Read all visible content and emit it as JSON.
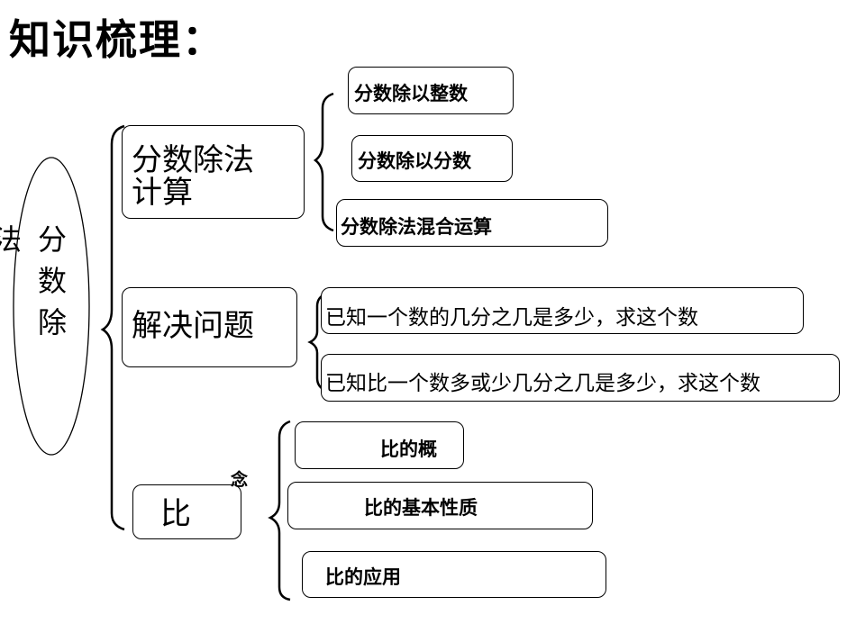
{
  "title": "知识梳理：",
  "root": {
    "label_chars": [
      "分",
      "数",
      "除"
    ],
    "fragment": "法"
  },
  "branches": {
    "calc": {
      "label_line1": "分数除法",
      "label_line2": "计算",
      "items": [
        "分数除以整数",
        "分数除以分数",
        "分数除法混合运算"
      ]
    },
    "problem": {
      "label": "解决问题",
      "items": [
        "已知一个数的几分之几是多少，求这个数",
        "已知比一个数多或少几分之几是多少，求这个数"
      ]
    },
    "ratio": {
      "label": "比",
      "items": [
        "比的概",
        "比的基本性质",
        "比的应用"
      ],
      "stray_char": "念"
    }
  }
}
